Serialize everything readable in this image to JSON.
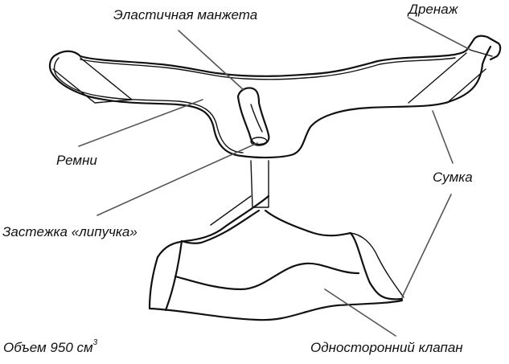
{
  "diagram": {
    "subject": "urine collection bag with belt (urinal)",
    "labels": {
      "elastic_cuff": "Эластичная манжета",
      "drainage": "Дренаж",
      "straps": "Ремни",
      "pouch": "Сумка",
      "velcro_fastener": "Застежка «липучка»",
      "volume_prefix": "Объем 950 см",
      "volume_sup": "3",
      "one_way_valve": "Односторонний клапан"
    },
    "colors": {
      "ink": "#111111",
      "leader": "#555555",
      "background": "#ffffff"
    }
  }
}
